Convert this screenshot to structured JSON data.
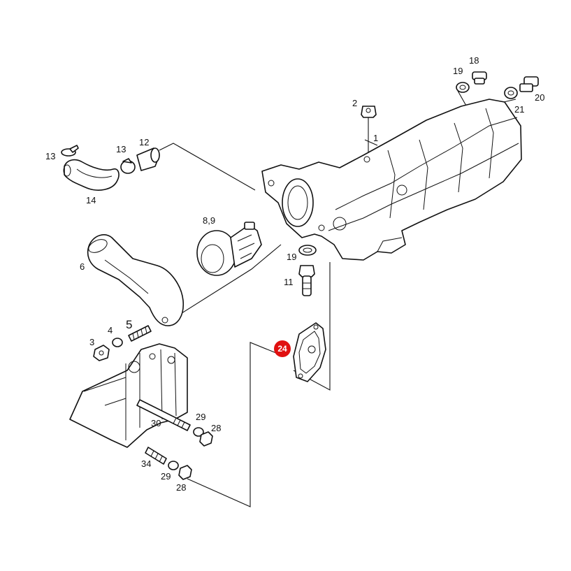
{
  "colors": {
    "highlight": "#e01010",
    "ink": "#111111",
    "background": "#ffffff"
  },
  "labels": {
    "p1": "1",
    "p2": "2",
    "p3": "3",
    "p4": "4",
    "p5": "5",
    "p6": "6",
    "p89": "8,9",
    "p11": "11",
    "p12": "12",
    "p13a": "13",
    "p13b": "13",
    "p14": "14",
    "p18": "18",
    "p19a": "19",
    "p19b": "19",
    "p20": "20",
    "p21": "21",
    "p24": "24",
    "p28a": "28",
    "p28b": "28",
    "p29a": "29",
    "p29b": "29",
    "p30": "30",
    "p34": "34"
  }
}
